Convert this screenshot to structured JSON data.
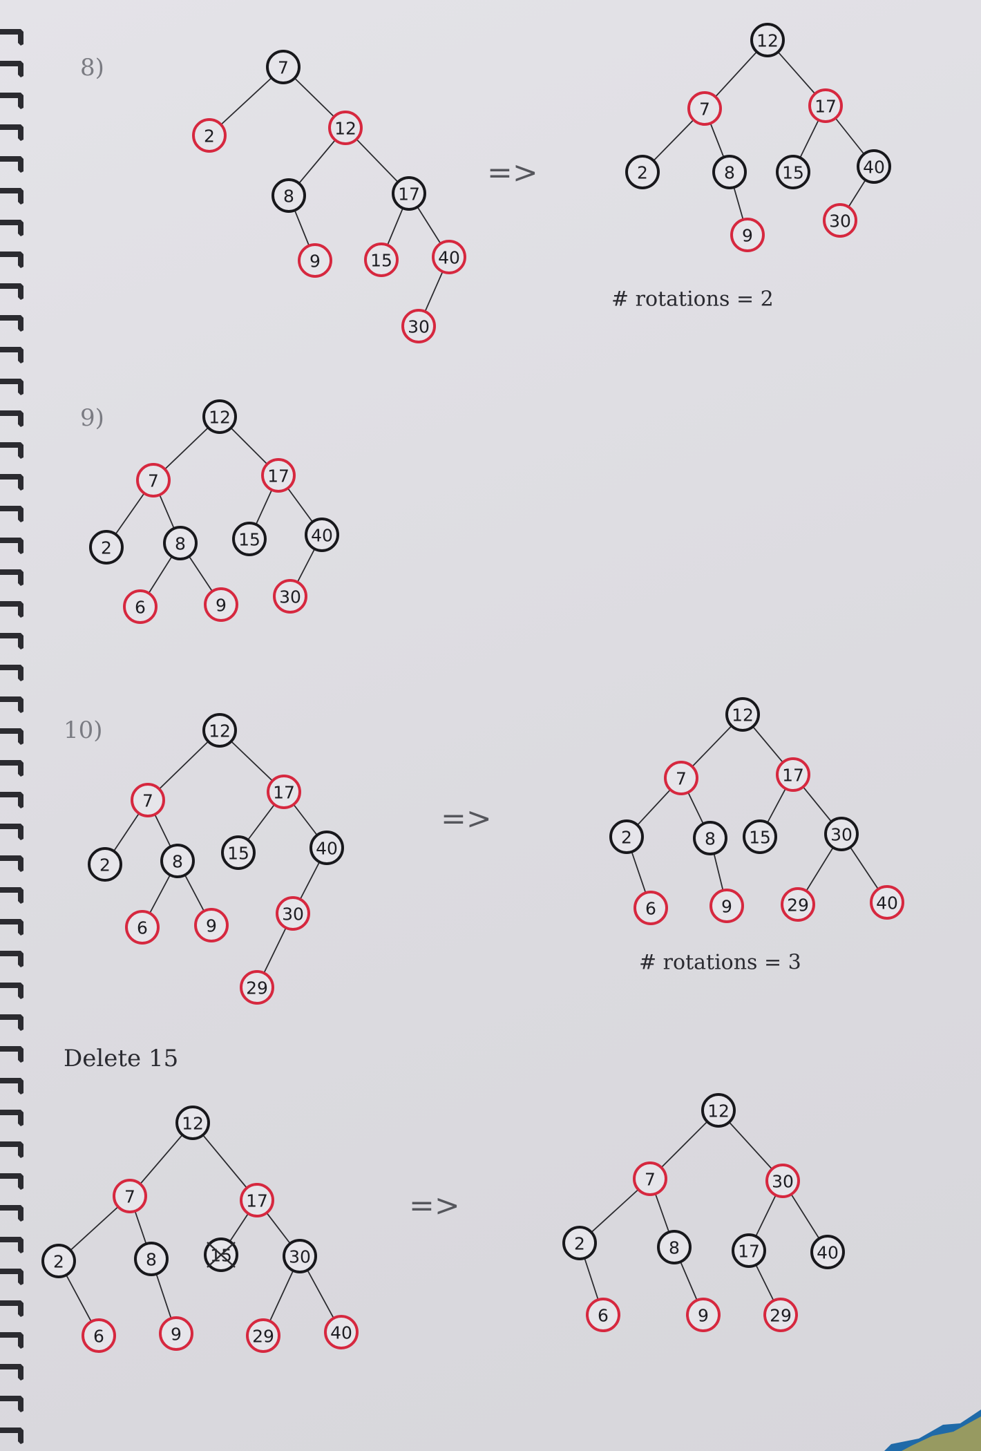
{
  "labels": {
    "step8": "8)",
    "step9": "9)",
    "step10": "10)",
    "delete_heading": "Delete 15",
    "arrow": "=>",
    "rotations_8": "# rotations = 2",
    "rotations_10": "# rotations = 3"
  },
  "colors": {
    "black_node": "#18181c",
    "red_node": "#d6283f"
  },
  "trees": [
    {
      "id": "tree-8-before",
      "nodes": [
        {
          "id": "n7",
          "label": "7",
          "color": "black"
        },
        {
          "id": "n2",
          "label": "2",
          "color": "red",
          "parent": "n7"
        },
        {
          "id": "n12",
          "label": "12",
          "color": "red",
          "parent": "n7"
        },
        {
          "id": "n8",
          "label": "8",
          "color": "black",
          "parent": "n12"
        },
        {
          "id": "n17",
          "label": "17",
          "color": "black",
          "parent": "n12"
        },
        {
          "id": "n9",
          "label": "9",
          "color": "red",
          "parent": "n8"
        },
        {
          "id": "n15",
          "label": "15",
          "color": "red",
          "parent": "n17"
        },
        {
          "id": "n40",
          "label": "40",
          "color": "red",
          "parent": "n17"
        },
        {
          "id": "n30",
          "label": "30",
          "color": "red",
          "parent": "n40"
        }
      ]
    },
    {
      "id": "tree-8-after",
      "nodes": [
        {
          "id": "n12",
          "label": "12",
          "color": "black"
        },
        {
          "id": "n7",
          "label": "7",
          "color": "red",
          "parent": "n12"
        },
        {
          "id": "n17",
          "label": "17",
          "color": "red",
          "parent": "n12"
        },
        {
          "id": "n2",
          "label": "2",
          "color": "black",
          "parent": "n7"
        },
        {
          "id": "n8",
          "label": "8",
          "color": "black",
          "parent": "n7"
        },
        {
          "id": "n15",
          "label": "15",
          "color": "black",
          "parent": "n17"
        },
        {
          "id": "n40",
          "label": "40",
          "color": "black",
          "parent": "n17"
        },
        {
          "id": "n9",
          "label": "9",
          "color": "red",
          "parent": "n8"
        },
        {
          "id": "n30",
          "label": "30",
          "color": "red",
          "parent": "n40"
        }
      ]
    },
    {
      "id": "tree-9",
      "nodes": [
        {
          "id": "n12",
          "label": "12",
          "color": "black"
        },
        {
          "id": "n7",
          "label": "7",
          "color": "red",
          "parent": "n12"
        },
        {
          "id": "n17",
          "label": "17",
          "color": "red",
          "parent": "n12"
        },
        {
          "id": "n2",
          "label": "2",
          "color": "black",
          "parent": "n7"
        },
        {
          "id": "n8",
          "label": "8",
          "color": "black",
          "parent": "n7"
        },
        {
          "id": "n15",
          "label": "15",
          "color": "black",
          "parent": "n17"
        },
        {
          "id": "n40",
          "label": "40",
          "color": "black",
          "parent": "n17"
        },
        {
          "id": "n6",
          "label": "6",
          "color": "red",
          "parent": "n8"
        },
        {
          "id": "n9",
          "label": "9",
          "color": "red",
          "parent": "n8"
        },
        {
          "id": "n30",
          "label": "30",
          "color": "red",
          "parent": "n40"
        }
      ]
    },
    {
      "id": "tree-10-before",
      "nodes": [
        {
          "id": "n12",
          "label": "12",
          "color": "black"
        },
        {
          "id": "n7",
          "label": "7",
          "color": "red",
          "parent": "n12"
        },
        {
          "id": "n17",
          "label": "17",
          "color": "red",
          "parent": "n12"
        },
        {
          "id": "n2",
          "label": "2",
          "color": "black",
          "parent": "n7"
        },
        {
          "id": "n8",
          "label": "8",
          "color": "black",
          "parent": "n7"
        },
        {
          "id": "n15",
          "label": "15",
          "color": "black",
          "parent": "n17"
        },
        {
          "id": "n40",
          "label": "40",
          "color": "black",
          "parent": "n17"
        },
        {
          "id": "n6",
          "label": "6",
          "color": "red",
          "parent": "n8"
        },
        {
          "id": "n9",
          "label": "9",
          "color": "red",
          "parent": "n8"
        },
        {
          "id": "n30",
          "label": "30",
          "color": "red",
          "parent": "n40"
        },
        {
          "id": "n29",
          "label": "29",
          "color": "red",
          "parent": "n30"
        }
      ]
    },
    {
      "id": "tree-10-after",
      "nodes": [
        {
          "id": "n12",
          "label": "12",
          "color": "black"
        },
        {
          "id": "n7",
          "label": "7",
          "color": "red",
          "parent": "n12"
        },
        {
          "id": "n17",
          "label": "17",
          "color": "red",
          "parent": "n12"
        },
        {
          "id": "n2",
          "label": "2",
          "color": "black",
          "parent": "n7"
        },
        {
          "id": "n8",
          "label": "8",
          "color": "black",
          "parent": "n7"
        },
        {
          "id": "n15",
          "label": "15",
          "color": "black",
          "parent": "n17"
        },
        {
          "id": "n30",
          "label": "30",
          "color": "black",
          "parent": "n17"
        },
        {
          "id": "n6",
          "label": "6",
          "color": "red",
          "parent": "n2"
        },
        {
          "id": "n9",
          "label": "9",
          "color": "red",
          "parent": "n8"
        },
        {
          "id": "n29",
          "label": "29",
          "color": "red",
          "parent": "n30"
        },
        {
          "id": "n40",
          "label": "40",
          "color": "red",
          "parent": "n30"
        }
      ]
    },
    {
      "id": "tree-delete-before",
      "nodes": [
        {
          "id": "n12",
          "label": "12",
          "color": "black"
        },
        {
          "id": "n7",
          "label": "7",
          "color": "red",
          "parent": "n12"
        },
        {
          "id": "n17",
          "label": "17",
          "color": "red",
          "parent": "n12"
        },
        {
          "id": "n2",
          "label": "2",
          "color": "black",
          "parent": "n7"
        },
        {
          "id": "n8",
          "label": "8",
          "color": "black",
          "parent": "n7"
        },
        {
          "id": "n15",
          "label": "15",
          "color": "black",
          "parent": "n17",
          "crossed_out": true
        },
        {
          "id": "n30",
          "label": "30",
          "color": "black",
          "parent": "n17"
        },
        {
          "id": "n6",
          "label": "6",
          "color": "red",
          "parent": "n2"
        },
        {
          "id": "n9",
          "label": "9",
          "color": "red",
          "parent": "n8"
        },
        {
          "id": "n29",
          "label": "29",
          "color": "red",
          "parent": "n30"
        },
        {
          "id": "n40",
          "label": "40",
          "color": "red",
          "parent": "n30"
        }
      ]
    },
    {
      "id": "tree-delete-after",
      "nodes": [
        {
          "id": "n12",
          "label": "12",
          "color": "black"
        },
        {
          "id": "n7",
          "label": "7",
          "color": "red",
          "parent": "n12"
        },
        {
          "id": "n30",
          "label": "30",
          "color": "red",
          "parent": "n12"
        },
        {
          "id": "n2",
          "label": "2",
          "color": "black",
          "parent": "n7"
        },
        {
          "id": "n8",
          "label": "8",
          "color": "black",
          "parent": "n7"
        },
        {
          "id": "n17",
          "label": "17",
          "color": "black",
          "parent": "n30"
        },
        {
          "id": "n40",
          "label": "40",
          "color": "black",
          "parent": "n30"
        },
        {
          "id": "n6",
          "label": "6",
          "color": "red",
          "parent": "n2"
        },
        {
          "id": "n9",
          "label": "9",
          "color": "red",
          "parent": "n8"
        },
        {
          "id": "n29",
          "label": "29",
          "color": "red",
          "parent": "n17"
        }
      ]
    }
  ]
}
